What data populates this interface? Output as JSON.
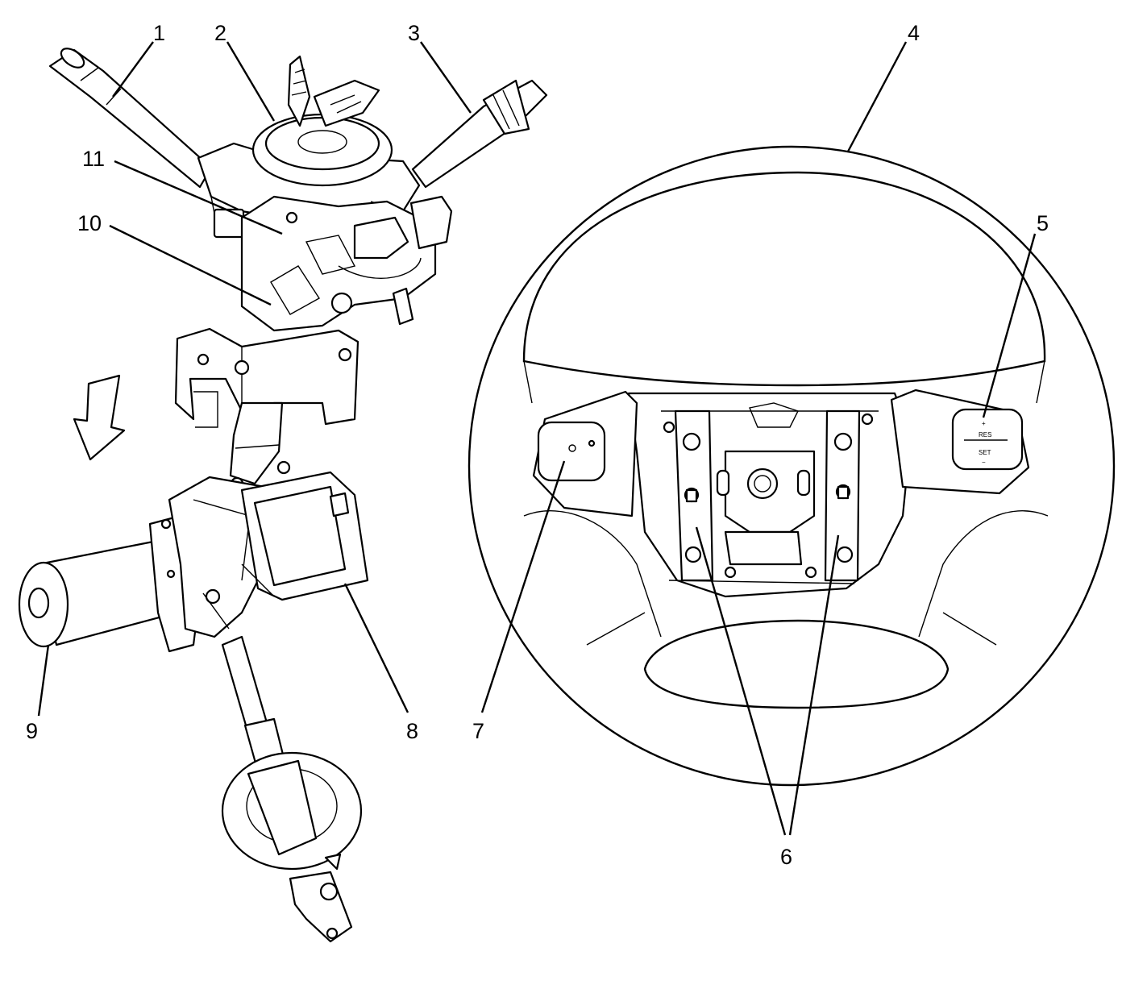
{
  "callouts": [
    {
      "id": "1",
      "label": "1"
    },
    {
      "id": "2",
      "label": "2"
    },
    {
      "id": "3",
      "label": "3"
    },
    {
      "id": "4",
      "label": "4"
    },
    {
      "id": "5",
      "label": "5"
    },
    {
      "id": "6",
      "label": "6"
    },
    {
      "id": "7",
      "label": "7"
    },
    {
      "id": "8",
      "label": "8"
    },
    {
      "id": "9",
      "label": "9"
    },
    {
      "id": "10",
      "label": "10"
    },
    {
      "id": "11",
      "label": "11"
    }
  ],
  "button_text": {
    "res_label": "RES",
    "set_label": "SET",
    "plus_label": "+",
    "minus_label": "−"
  }
}
